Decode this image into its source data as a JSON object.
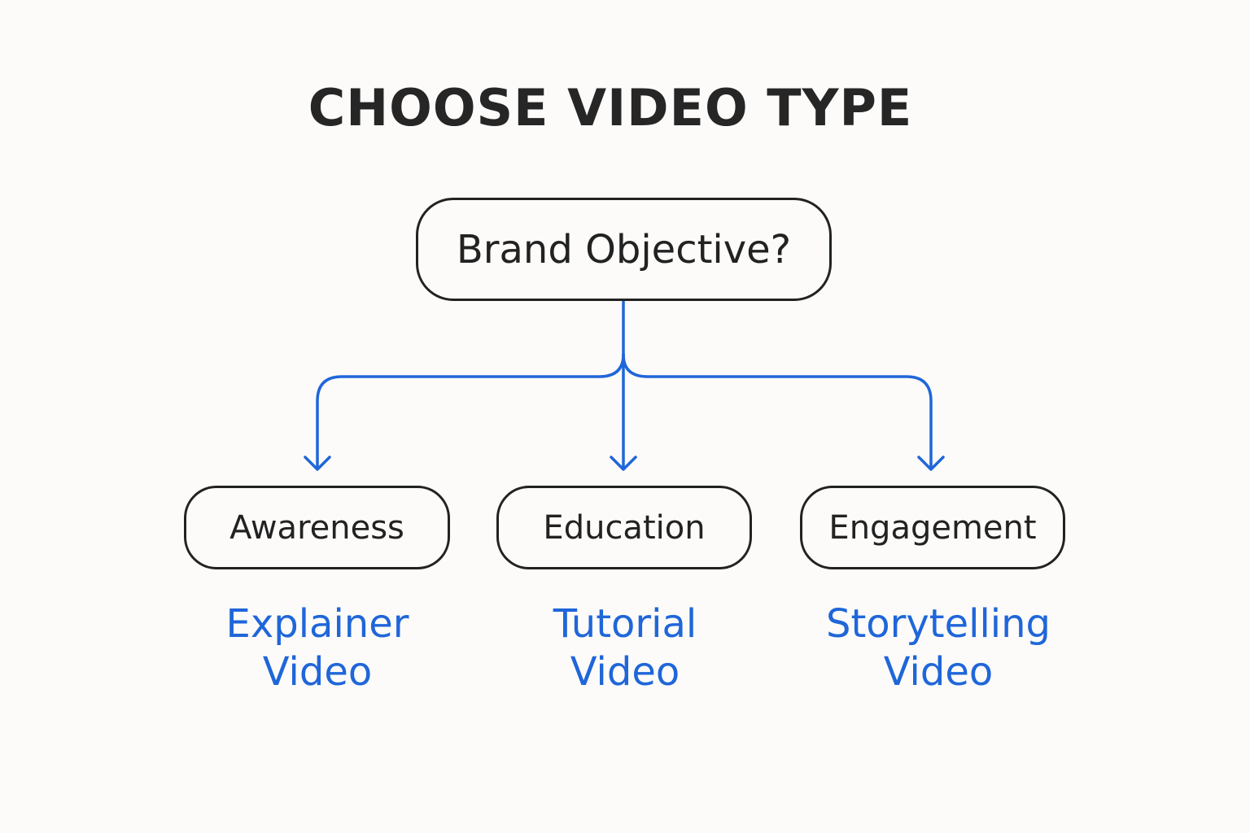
{
  "title": "CHOOSE VIDEO TYPE",
  "root": {
    "label": "Brand Objective?"
  },
  "branches": [
    {
      "label": "Awareness",
      "outcome": [
        "Explainer",
        "Video"
      ]
    },
    {
      "label": "Education",
      "outcome": [
        "Tutorial",
        "Video"
      ]
    },
    {
      "label": "Engagement",
      "outcome": [
        "Storytelling",
        "Video"
      ]
    }
  ],
  "colors": {
    "text": "#222222",
    "connector": "#1f66d9",
    "outcome": "#1f66d9",
    "background": "#fcfbf9"
  }
}
